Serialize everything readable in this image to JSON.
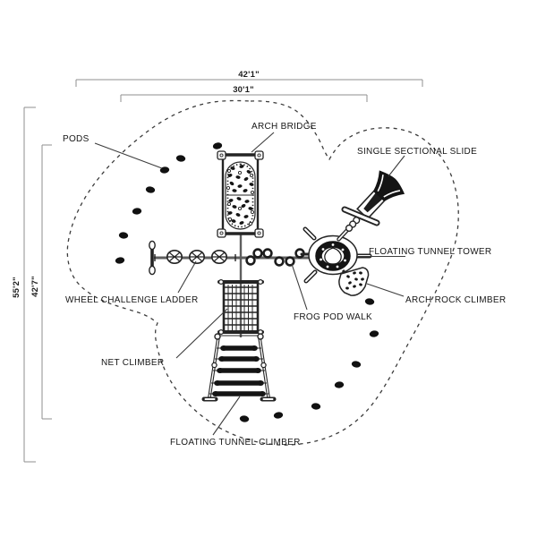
{
  "diagram": {
    "type": "playground-site-plan-top-view",
    "dimensions": {
      "overall_width": "42'1\"",
      "inner_width": "30'1\"",
      "overall_depth": "55'2\"",
      "inner_depth": "42'7\""
    },
    "labels": {
      "pods": "PODS",
      "arch_bridge": "ARCH BRIDGE",
      "single_sectional_slide": "SINGLE SECTIONAL SLIDE",
      "floating_tunnel_tower": "FLOATING TUNNEL TOWER",
      "arch_rock_climber": "ARCH ROCK CLIMBER",
      "frog_pod_walk": "FROG POD WALK",
      "wheel_challenge_ladder": "WHEEL CHALLENGE LADDER",
      "net_climber": "NET CLIMBER",
      "floating_tunnel_climber": "FLOATING TUNNEL CLIMBER"
    },
    "colors": {
      "background": "#ffffff",
      "linework": "#242424",
      "dimension_lines": "#8f8f8f",
      "boundary_dashed": "#3c3c3c",
      "text": "#161616"
    }
  }
}
